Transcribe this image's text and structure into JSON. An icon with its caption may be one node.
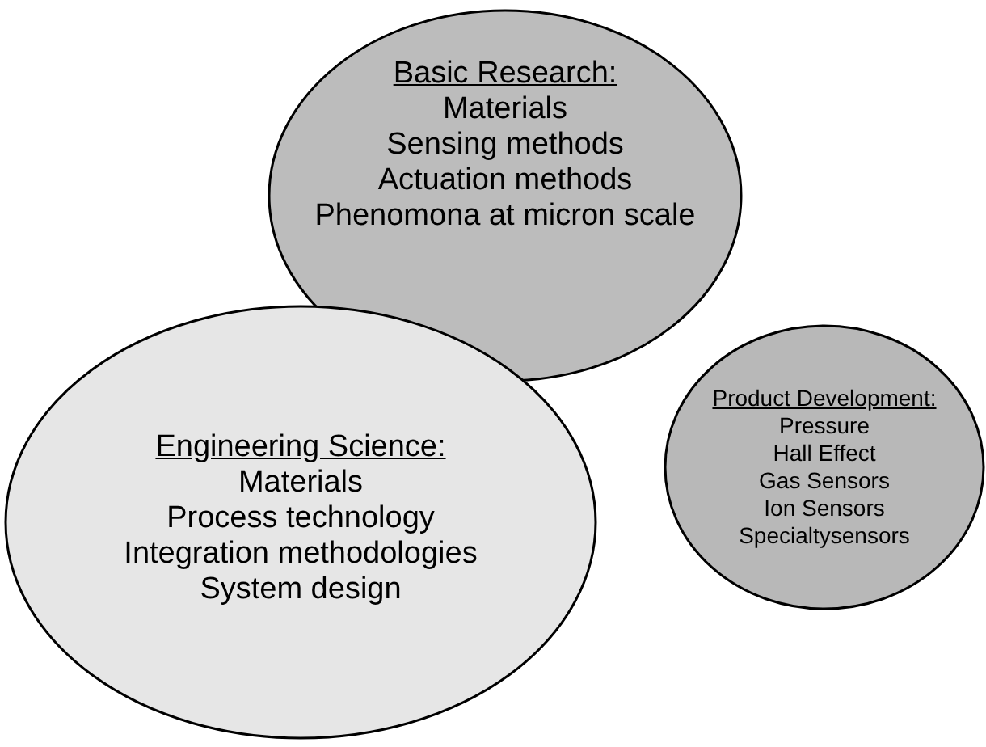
{
  "diagram": {
    "nodes": [
      {
        "text": [
          "Basic Research:",
          "Materials",
          "Sensing methods",
          "Actuation methods",
          "Phenomona at micron scale"
        ]
      },
      {
        "text": [
          "Engineering Science:",
          "Materials",
          "Process technology",
          "Integration methodologies",
          "System design"
        ]
      },
      {
        "text": [
          "Product Development:",
          "Pressure",
          "Hall Effect",
          "Gas Sensors",
          "Ion Sensors",
          "Specialtysensors"
        ]
      }
    ],
    "edges": []
  }
}
